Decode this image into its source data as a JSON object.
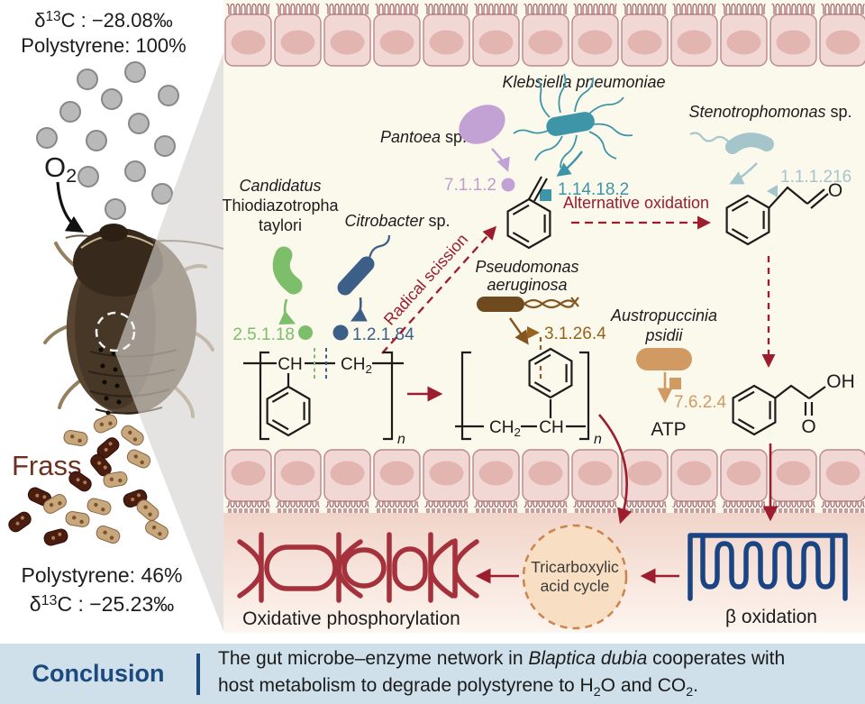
{
  "palette": {
    "dark_red": "#9b1d2e",
    "oxphos_red": "#a5313c",
    "navy": "#1a4584",
    "teal": "#3e95a8",
    "light_blue": "#a4c6cb",
    "purple": "#c2a2d4",
    "green": "#7cbe69",
    "dark_blue": "#3c5f88",
    "dark_brown": "#6f4a1e",
    "tan": "#d09a62",
    "cream_bg": "#fbf8ec",
    "cell_fill": "#f1d8d5",
    "conclusion_bg": "#cfe0eb",
    "conclusion_navy": "#1c4a7e"
  },
  "left_panel": {
    "isotope_top": {
      "base": "δ",
      "sup": "13",
      "rest": "C : −28.08‰"
    },
    "polystyrene_top": "Polystyrene: 100%",
    "oxygen": {
      "base": "O",
      "sub": "2"
    },
    "frass_label": "Frass",
    "polystyrene_bottom": "Polystyrene: 46%",
    "isotope_bottom": {
      "base": "δ",
      "sup": "13",
      "rest": "C : −25.23‰"
    }
  },
  "diagram": {
    "bacteria": {
      "klebsiella": {
        "label": "Klebsiella pneumoniae",
        "color": "#3e95a8"
      },
      "pantoea": {
        "label_italic": "Pantoea",
        "label_rest": " sp.",
        "color": "#c2a2d4"
      },
      "stenotrophomonas": {
        "label_italic": "Stenotrophomonas",
        "label_rest": " sp.",
        "color": "#a4c6cb"
      },
      "candidatus": {
        "line1": "Candidatus",
        "line2": "Thiodiazotropha",
        "line3": "taylori",
        "color": "#7cbe69"
      },
      "citrobacter": {
        "label_italic": "Citrobacter",
        "label_rest": " sp.",
        "color": "#3c5f88"
      },
      "pseudomonas": {
        "line1": "Pseudomonas",
        "line2": "aeruginosa",
        "color": "#6f4a1e"
      },
      "austropuccinia": {
        "line1": "Austropuccinia",
        "line2": "psidii",
        "color": "#d09a62"
      }
    },
    "enzymes": {
      "pantoea_ec": "7.1.1.2",
      "klebsiella_ec": "1.14.18.2",
      "stenotrophomonas_ec": "1.1.1.216",
      "candidatus_ec": "2.5.1.18",
      "citrobacter_ec": "1.2.1.84",
      "pseudomonas_ec": "3.1.26.4",
      "austropuccinia_ec": "7.6.2.4"
    },
    "labels": {
      "radical_scission": "Radical scission",
      "alternative_oxidation": "Alternative oxidation",
      "atp": "ATP",
      "tca_line1": "Tricarboxylic",
      "tca_line2": "acid cycle",
      "beta_oxidation": "β oxidation",
      "oxidative_phosphorylation": "Oxidative phosphorylation"
    },
    "chem": {
      "ch": "CH",
      "ch2_base": "CH",
      "sub2": "2",
      "n": "n",
      "o": "O",
      "oh": "OH"
    }
  },
  "conclusion": {
    "heading": "Conclusion",
    "pre": "The gut microbe–enzyme network in ",
    "species": "Blaptica dubia",
    "post": " cooperates with",
    "line2a": "host metabolism to degrade polystyrene to H",
    "sub1": "2",
    "line2b": "O and CO",
    "sub2": "2",
    "line2c": "."
  }
}
